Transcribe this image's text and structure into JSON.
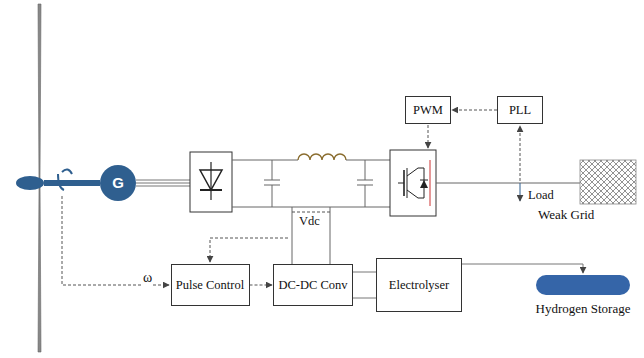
{
  "diagram": {
    "nodes": [
      {
        "text": [
          "G"
        ]
      },
      {
        "text": [
          "PWM"
        ]
      },
      {
        "text": [
          "PLL"
        ]
      },
      {
        "text": [
          "Weak Grid"
        ]
      },
      {
        "text": [
          "Pulse Control"
        ]
      },
      {
        "text": [
          "DC-DC Conv"
        ]
      },
      {
        "text": [
          "Electrolyser"
        ]
      },
      {
        "text": [
          "Hydrogen Storage"
        ]
      }
    ],
    "edges": [
      {
        "from": 2,
        "to": 1,
        "arrow": "to"
      },
      {
        "from": 4,
        "to": 5,
        "arrow": "to"
      },
      {
        "from": 5,
        "to": 6,
        "arrow": "none"
      },
      {
        "from": 6,
        "to": 7,
        "arrow": "to"
      }
    ],
    "labels": [
      "ω",
      "Vdc",
      "Load"
    ]
  }
}
